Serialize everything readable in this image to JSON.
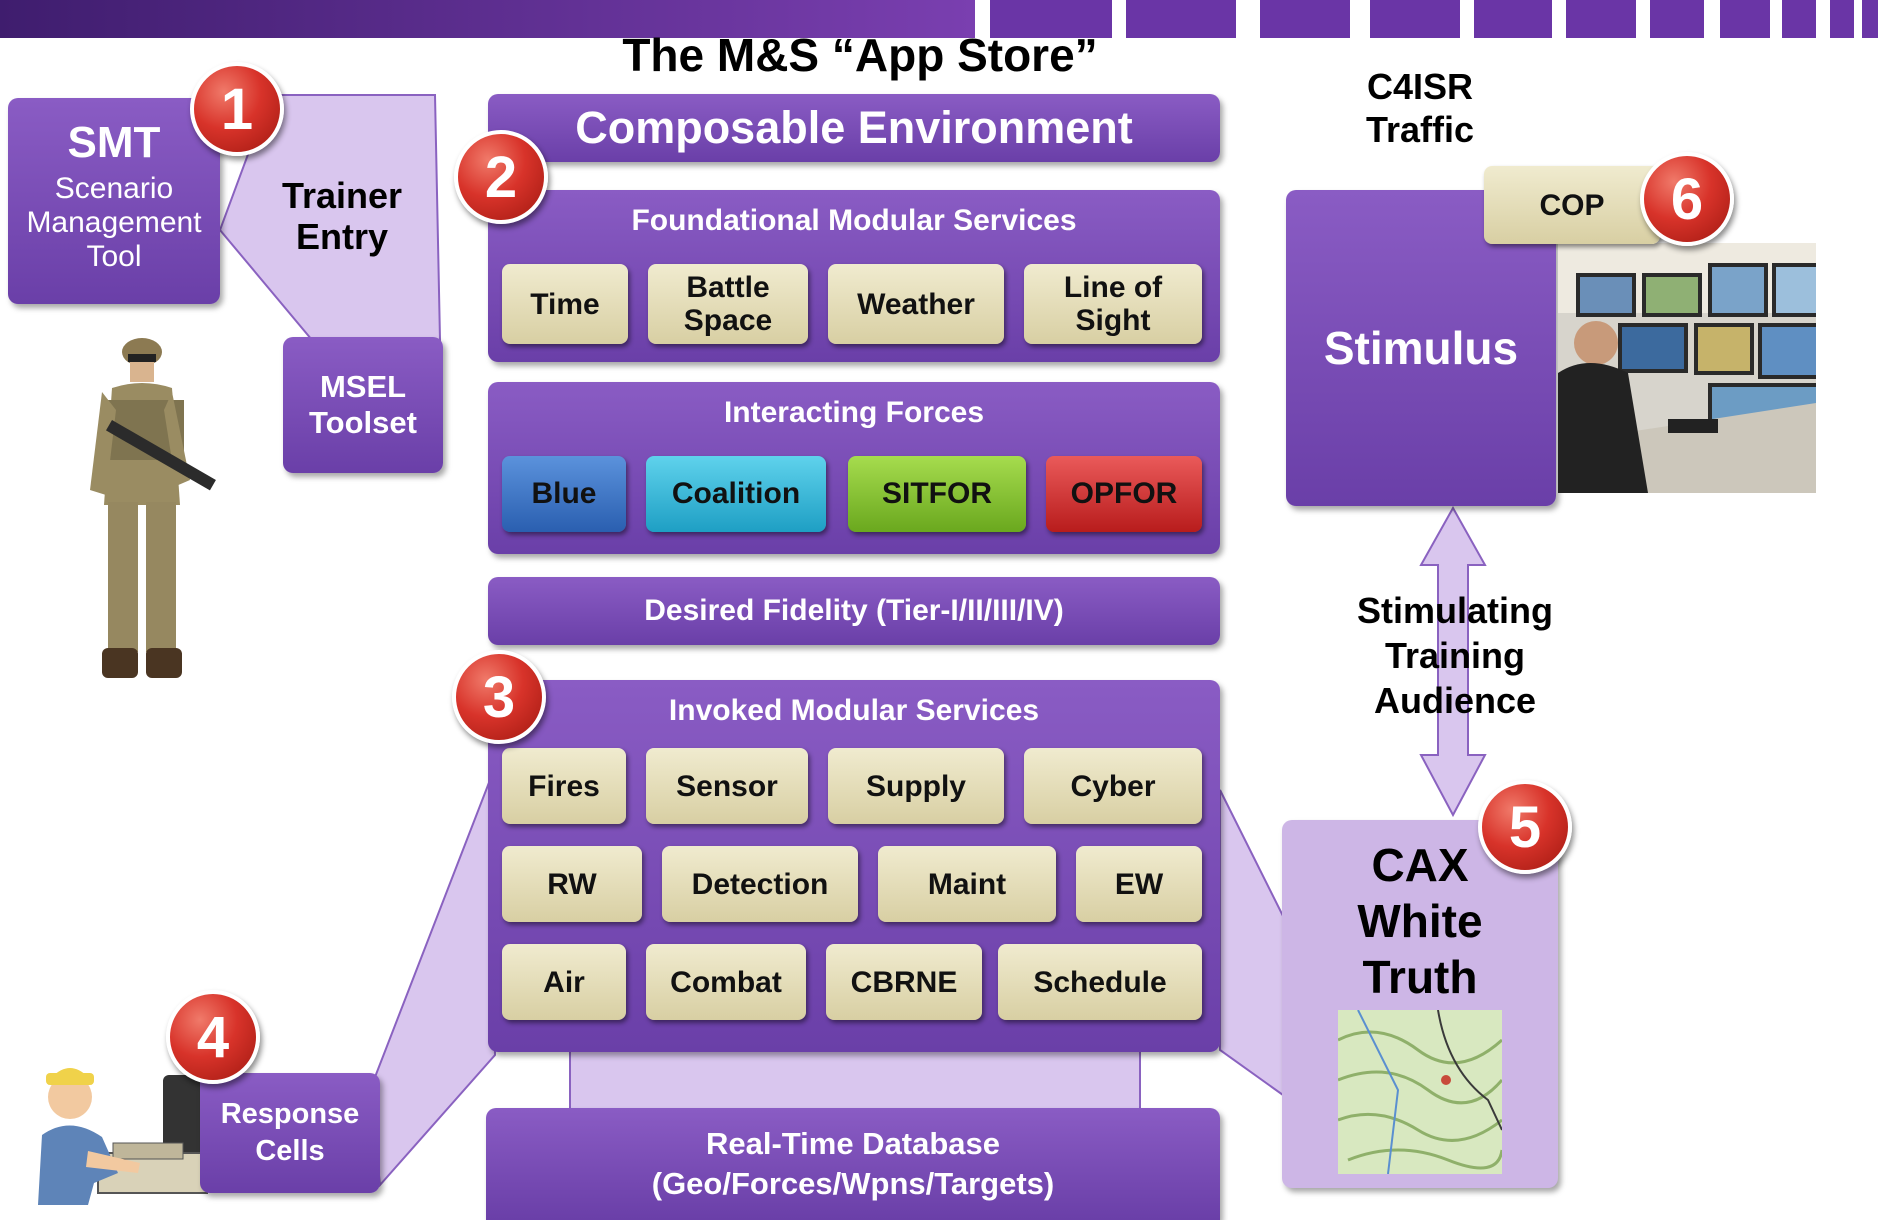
{
  "title": "The M&S “App Store”",
  "composable": "Composable Environment",
  "foundational": {
    "header": "Foundational Modular Services",
    "items": [
      "Time",
      "Battle Space",
      "Weather",
      "Line of Sight"
    ]
  },
  "forces": {
    "header": "Interacting Forces",
    "items": [
      {
        "label": "Blue",
        "color": "#2f6fc4"
      },
      {
        "label": "Coalition",
        "color": "#2bb5d8"
      },
      {
        "label": "SITFOR",
        "color": "#7bbf2a"
      },
      {
        "label": "OPFOR",
        "color": "#d32a2a"
      }
    ]
  },
  "fidelity": "Desired Fidelity (Tier-I/II/III/IV)",
  "invoked": {
    "header": "Invoked Modular Services",
    "row1": [
      "Fires",
      "Sensor",
      "Supply",
      "Cyber"
    ],
    "row2": [
      "RW",
      "Detection",
      "Maint",
      "EW"
    ],
    "row3": [
      "Air",
      "Combat",
      "CBRNE",
      "Schedule"
    ]
  },
  "database": {
    "line1": "Real-Time Database",
    "line2": "(Geo/Forces/Wpns/Targets)"
  },
  "smt": {
    "title": "SMT",
    "line1": "Scenario",
    "line2": "Management",
    "line3": "Tool"
  },
  "trainer_entry": {
    "line1": "Trainer",
    "line2": "Entry"
  },
  "msel": {
    "line1": "MSEL",
    "line2": "Toolset"
  },
  "response": {
    "line1": "Response",
    "line2": "Cells"
  },
  "c4isr": {
    "line1": "C4ISR",
    "line2": "Traffic"
  },
  "cop": "COP",
  "stimulus": "Stimulus",
  "stimulating": {
    "line1": "Stimulating",
    "line2": "Training",
    "line3": "Audience"
  },
  "cax": {
    "line1": "CAX",
    "line2": "White",
    "line3": "Truth"
  },
  "badges": [
    "1",
    "2",
    "3",
    "4",
    "5",
    "6"
  ],
  "colors": {
    "purple": "#7a4db8",
    "tan": "#e6dfba",
    "badge_red": "#d8332a"
  }
}
